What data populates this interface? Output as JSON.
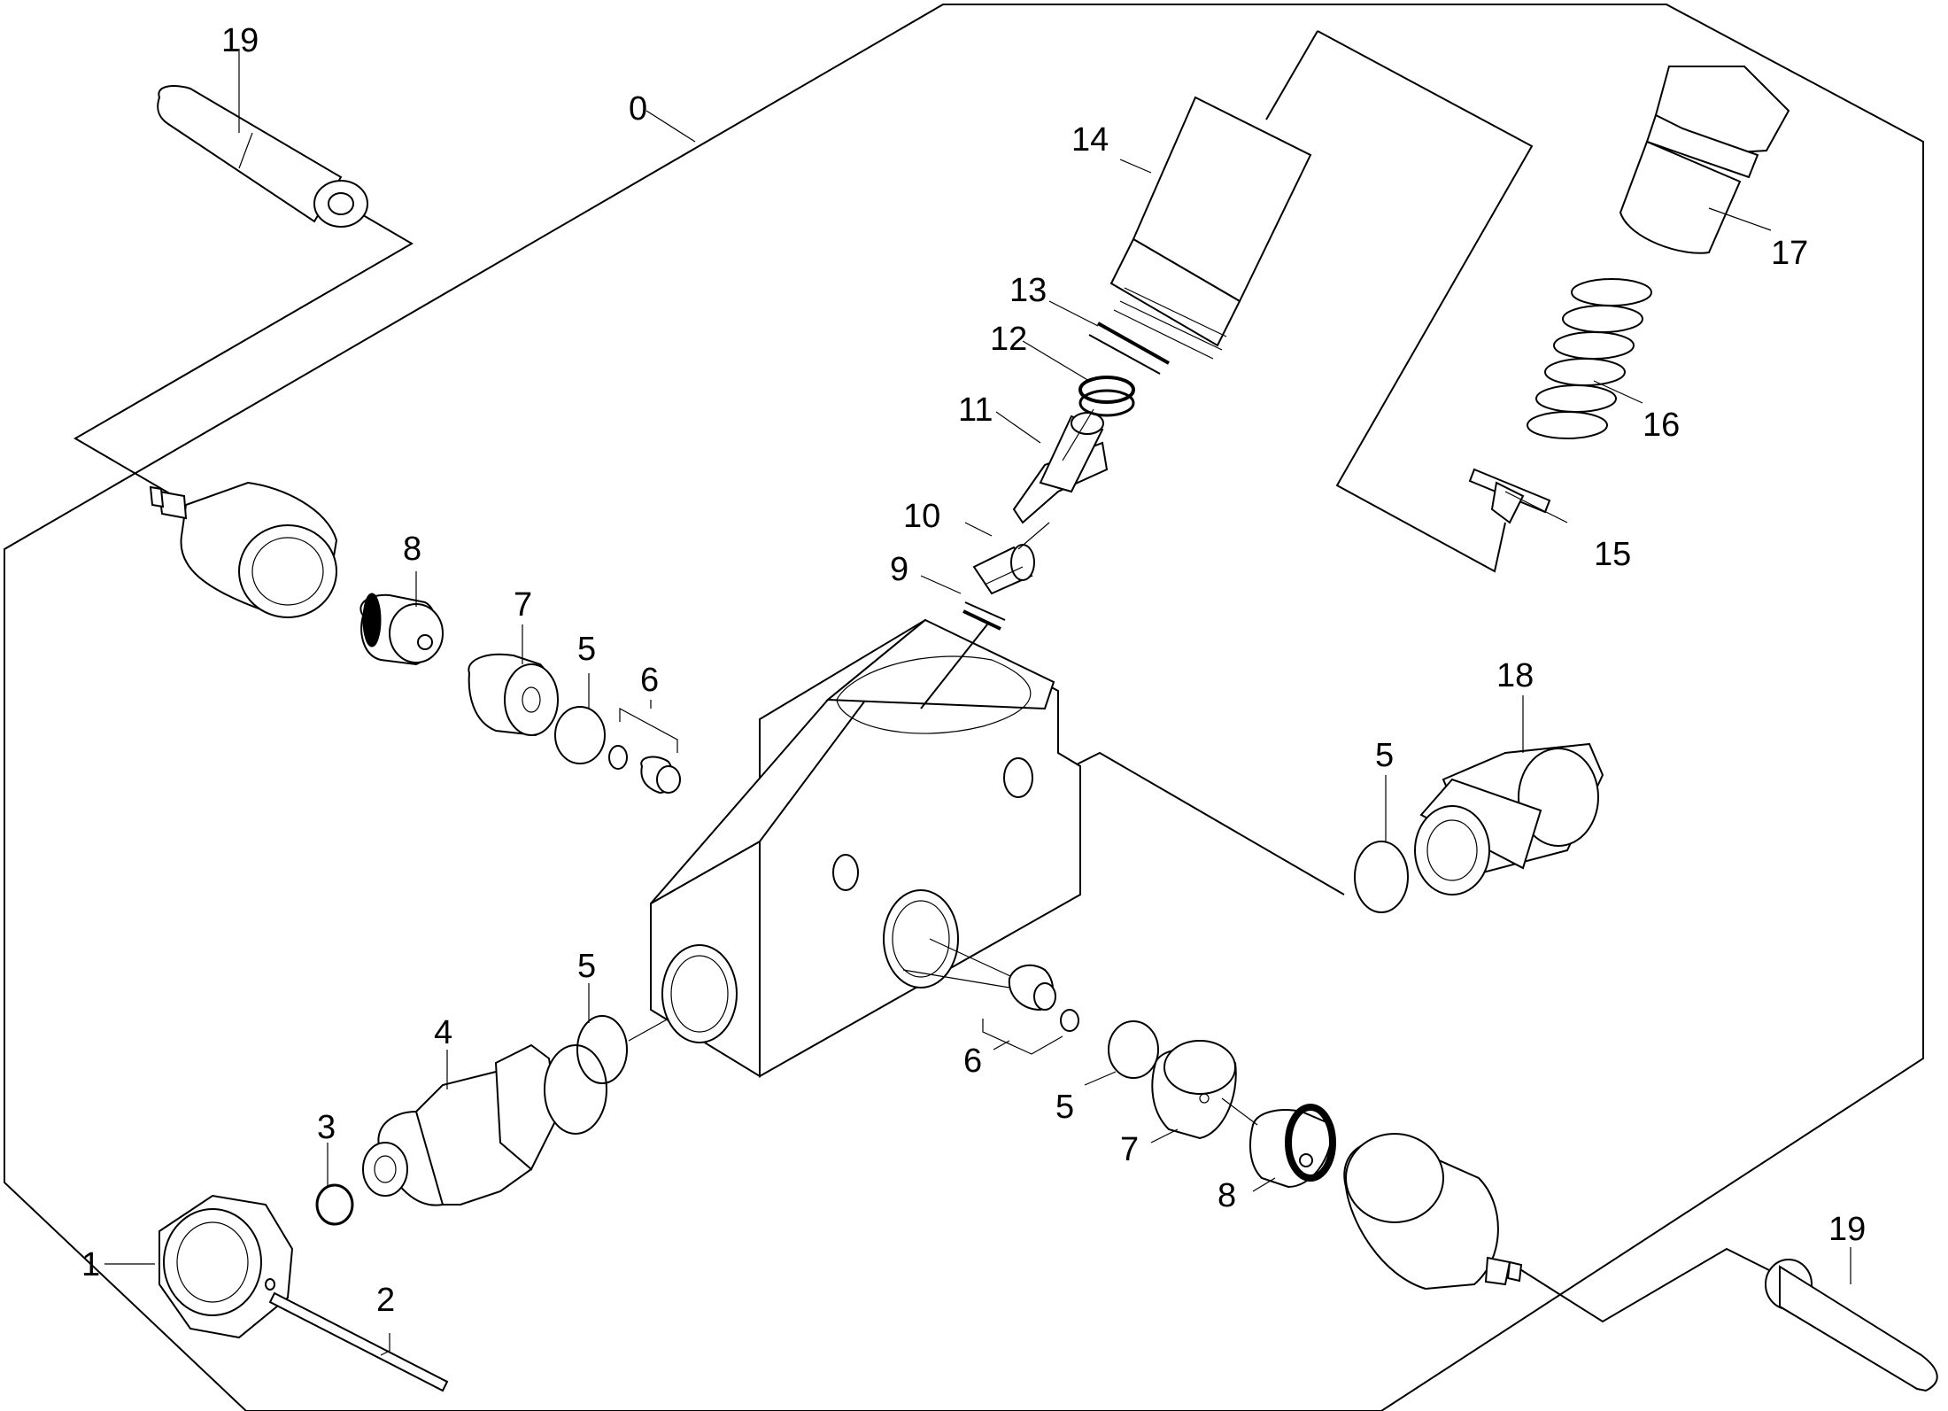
{
  "diagram": {
    "callouts": {
      "c0": "0",
      "c1": "1",
      "c2": "2",
      "c3": "3",
      "c4": "4",
      "c5a": "5",
      "c5b": "5",
      "c5c": "5",
      "c5d": "5",
      "c6a": "6",
      "c6b": "6",
      "c7a": "7",
      "c7b": "7",
      "c8a": "8",
      "c8b": "8",
      "c9": "9",
      "c10": "10",
      "c11": "11",
      "c12": "12",
      "c13": "13",
      "c14": "14",
      "c15": "15",
      "c16": "16",
      "c17": "17",
      "c18": "18",
      "c19a": "19",
      "c19b": "19"
    }
  }
}
